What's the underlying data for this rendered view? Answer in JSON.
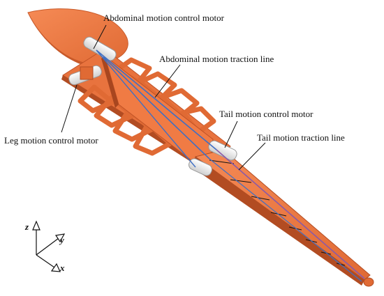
{
  "labels": {
    "abdominal_motor": "Abdominal motion control motor",
    "abdominal_line": "Abdominal motion traction line",
    "leg_motor": "Leg motion control motor",
    "tail_motor": "Tail motion control motor",
    "tail_line": "Tail motion traction line"
  },
  "axes": {
    "z": "z",
    "y": "y",
    "x": "x"
  },
  "colors": {
    "body": "#ef7a46",
    "body_dark": "#c85a2a",
    "body_shadow": "#a8461f",
    "motor": "#e4e4e4",
    "traction_line_blue": "#3f6fc4",
    "traction_line_purple": "#8a5aa8",
    "leader": "#111111"
  }
}
